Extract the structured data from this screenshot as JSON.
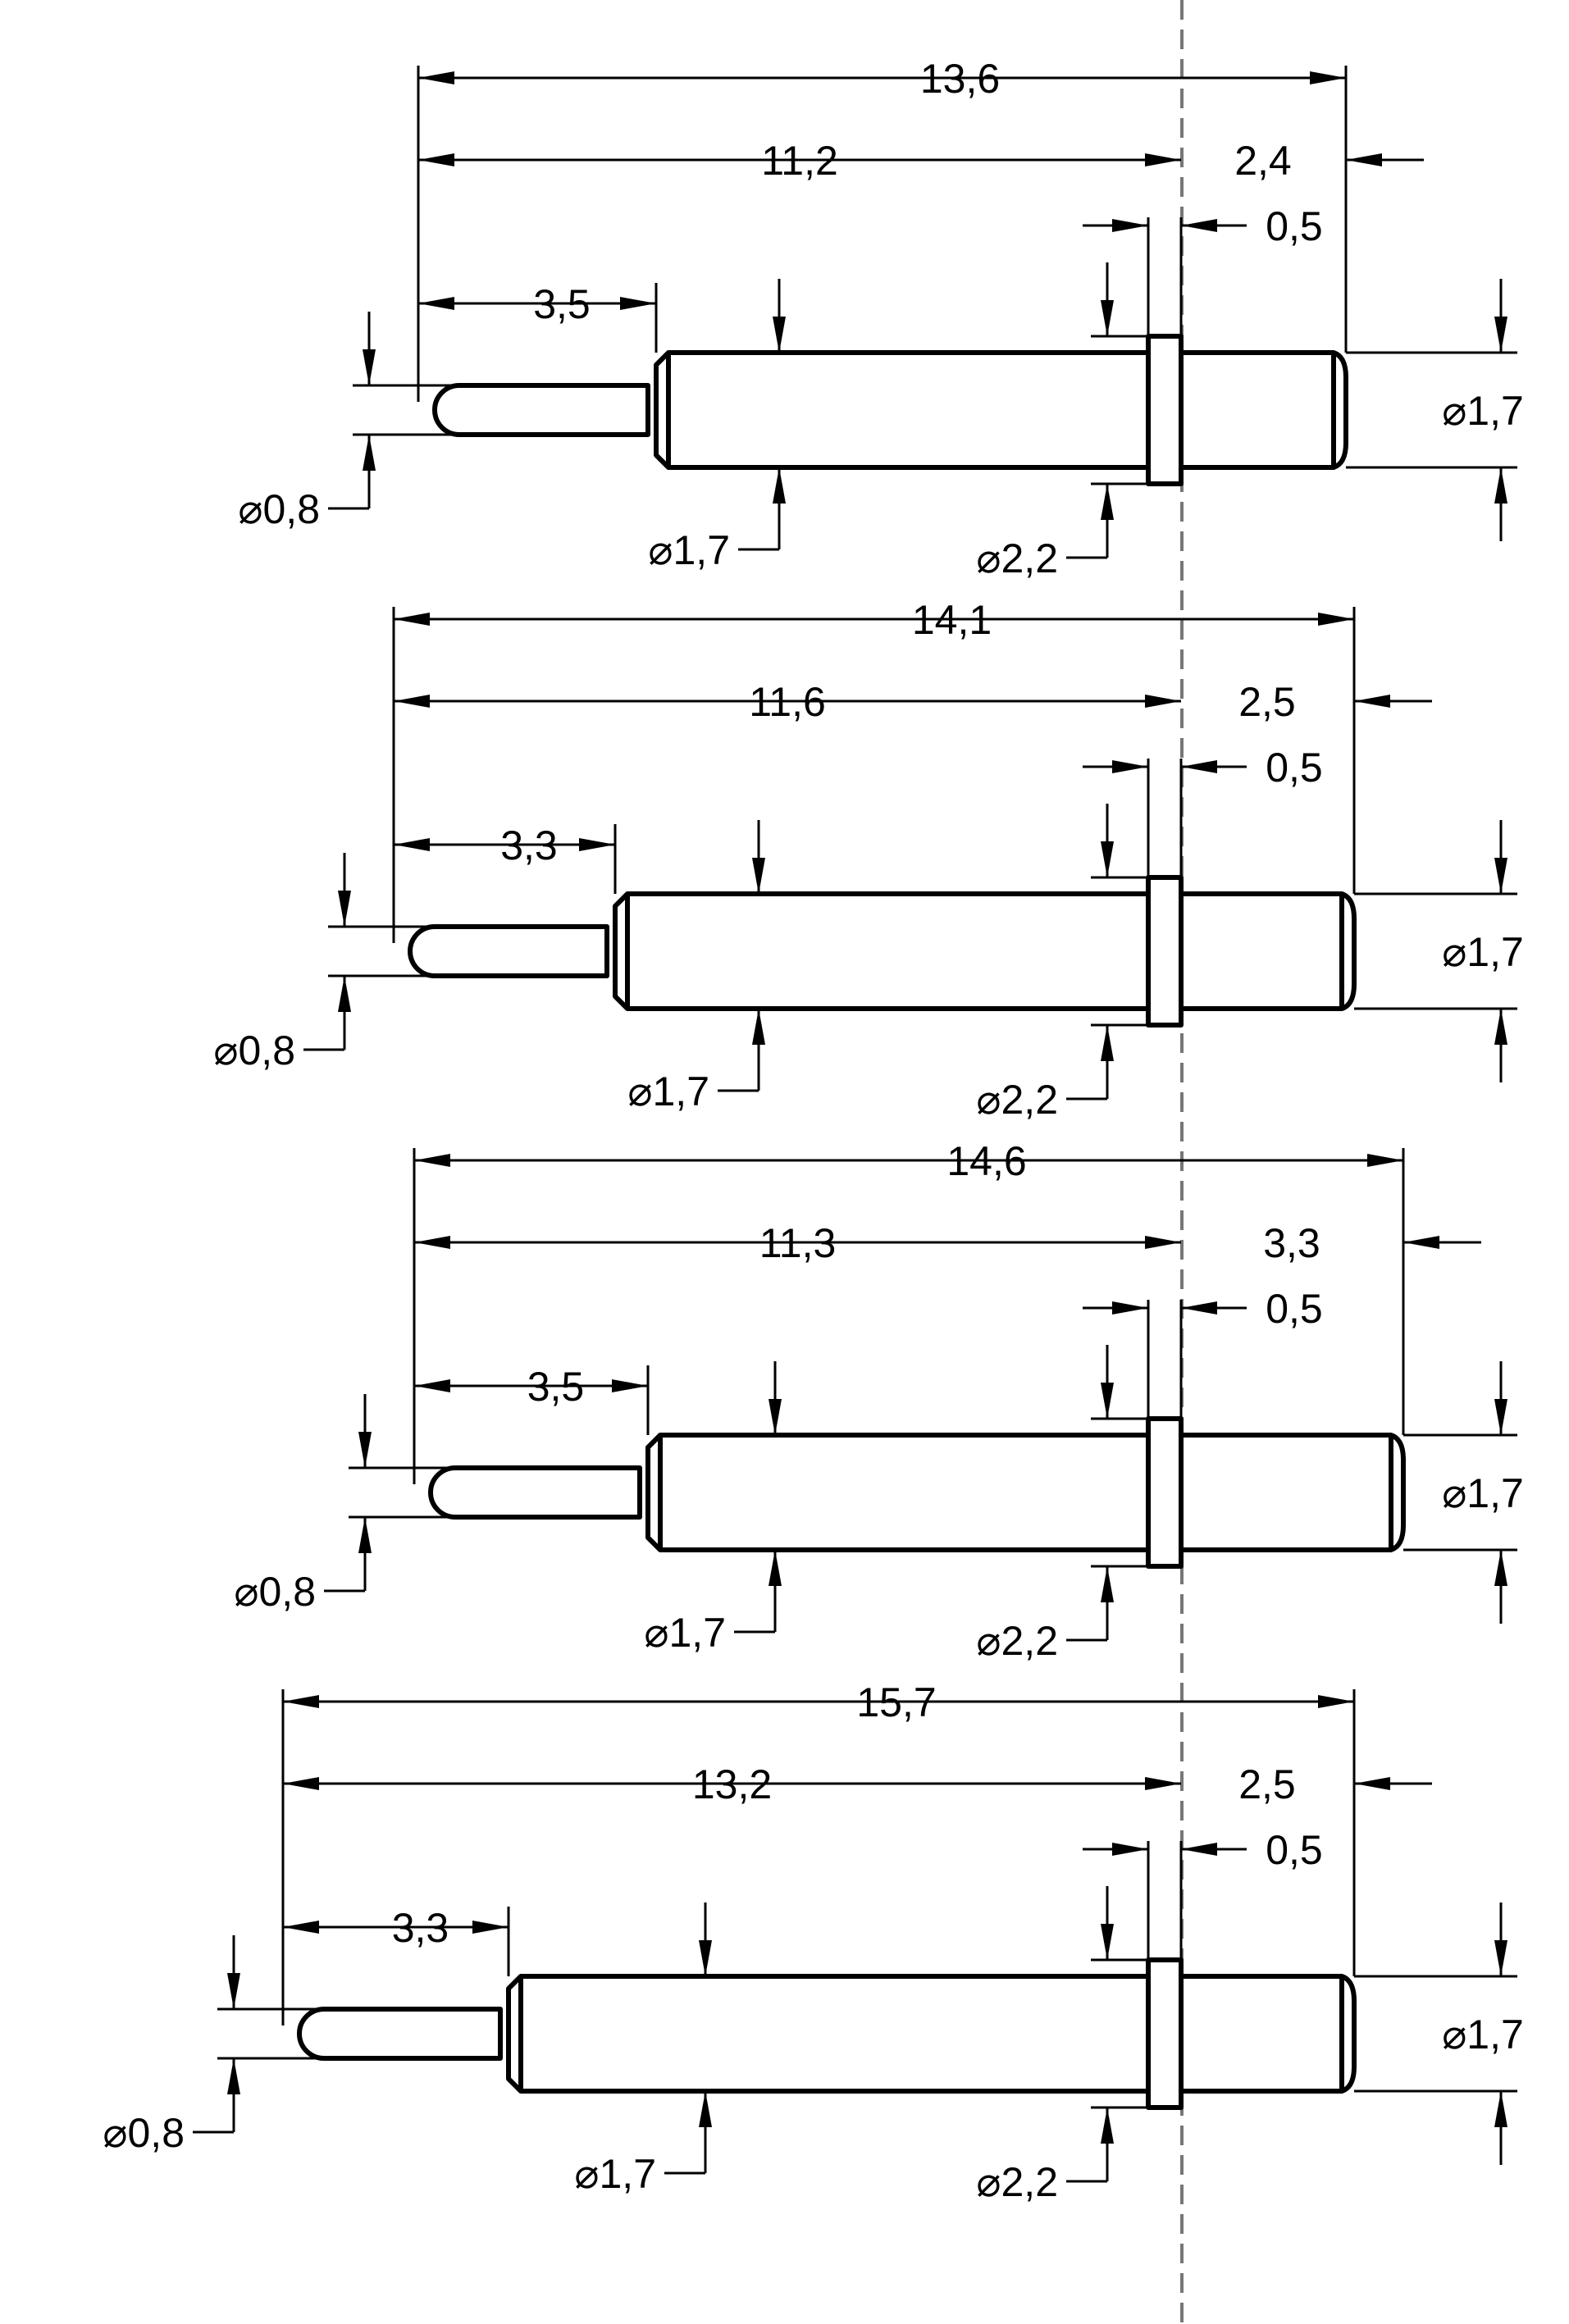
{
  "drawings": [
    {
      "total": "13,6",
      "body": "11,2",
      "tail": "2,4",
      "flange_width": "0,5",
      "tip_length": "3,5",
      "tip_dia": "⌀0,8",
      "body_dia": "⌀1,7",
      "flange_dia": "⌀2,2",
      "tail_dia": "⌀1,7"
    },
    {
      "total": "14,1",
      "body": "11,6",
      "tail": "2,5",
      "flange_width": "0,5",
      "tip_length": "3,3",
      "tip_dia": "⌀0,8",
      "body_dia": "⌀1,7",
      "flange_dia": "⌀2,2",
      "tail_dia": "⌀1,7"
    },
    {
      "total": "14,6",
      "body": "11,3",
      "tail": "3,3",
      "flange_width": "0,5",
      "tip_length": "3,5",
      "tip_dia": "⌀0,8",
      "body_dia": "⌀1,7",
      "flange_dia": "⌀2,2",
      "tail_dia": "⌀1,7"
    },
    {
      "total": "15,7",
      "body": "13,2",
      "tail": "2,5",
      "flange_width": "0,5",
      "tip_length": "3,3",
      "tip_dia": "⌀0,8",
      "body_dia": "⌀1,7",
      "flange_dia": "⌀2,2",
      "tail_dia": "⌀1,7"
    }
  ]
}
